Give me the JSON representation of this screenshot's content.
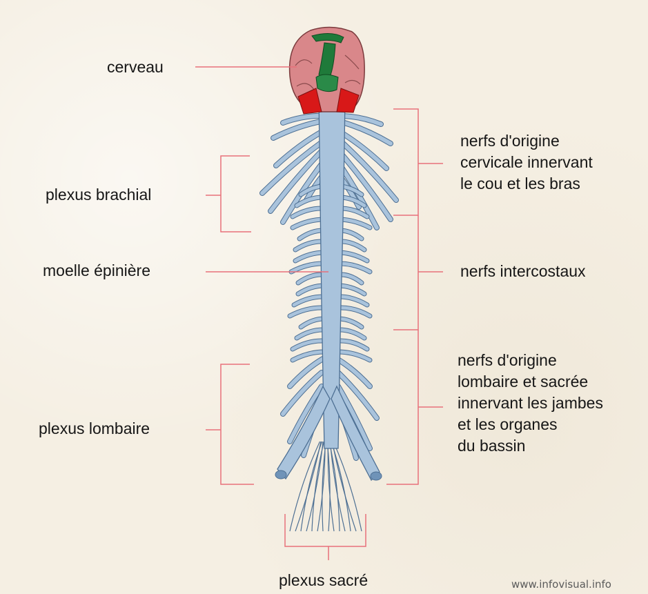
{
  "labels": {
    "cerveau": "cerveau",
    "plexus_brachial": "plexus brachial",
    "moelle_epiniere": "moelle épinière",
    "plexus_lombaire": "plexus lombaire",
    "plexus_sacre": "plexus sacré",
    "nerfs_cervicaux": [
      "nerfs d'origine",
      "cervicale innervant",
      "le cou et les bras"
    ],
    "nerfs_intercostaux": "nerfs intercostaux",
    "nerfs_lombaires": [
      "nerfs d'origine",
      "lombaire et sacrée",
      "innervant les jambes",
      "et les organes",
      "du bassin"
    ]
  },
  "watermark": "www.infovisual.info",
  "colors": {
    "leader_line": "#e8707a",
    "nerve_fill": "#a9c3dc",
    "nerve_stroke": "#4d6f93",
    "brain": "#d9878a",
    "brain_stem_red": "#d81818",
    "brain_green": "#1f7a3a"
  }
}
